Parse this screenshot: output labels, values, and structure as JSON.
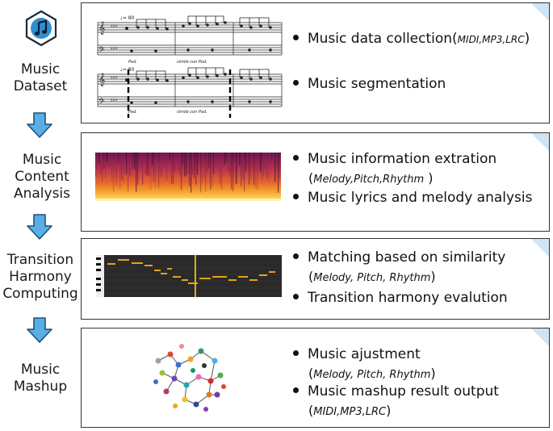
{
  "stages": [
    {
      "id": "dataset",
      "label": [
        "Music",
        "Dataset"
      ],
      "bullets": [
        {
          "text": "Music data collection",
          "note": "MIDI,MP3,LRC"
        },
        {
          "text": "Music segmentation"
        }
      ]
    },
    {
      "id": "analysis",
      "label": [
        "Music",
        "Content",
        "Analysis"
      ],
      "bullets": [
        {
          "text": "Music information extration",
          "subnote": "Melody,Pitch,Rhythm"
        },
        {
          "text": "Music lyrics and melody analysis"
        }
      ]
    },
    {
      "id": "harmony",
      "label": [
        "Transition",
        "Harmony",
        "Computing"
      ],
      "bullets": [
        {
          "text": "Matching based on similarity",
          "subnote": "Melody, Pitch, Rhythm"
        },
        {
          "text": "Transition harmony evalution"
        }
      ]
    },
    {
      "id": "mashup",
      "label": [
        "Music",
        "Mashup"
      ],
      "bullets": [
        {
          "text": "Music ajustment",
          "subnote": "Melody, Pitch, Rhythm"
        },
        {
          "text": "Music mashup result output",
          "subnote": "MIDI,MP3,LRC"
        }
      ]
    }
  ],
  "score": {
    "tempo": "♩= 80",
    "pedal": "Ped.",
    "dynamic": "simile con Ped."
  },
  "colors": {
    "arrow_fill": "#5aaee6",
    "arrow_stroke": "#1d4f7a",
    "icon_bg": "#2f8fd3",
    "corner": "#cfe4f5"
  }
}
